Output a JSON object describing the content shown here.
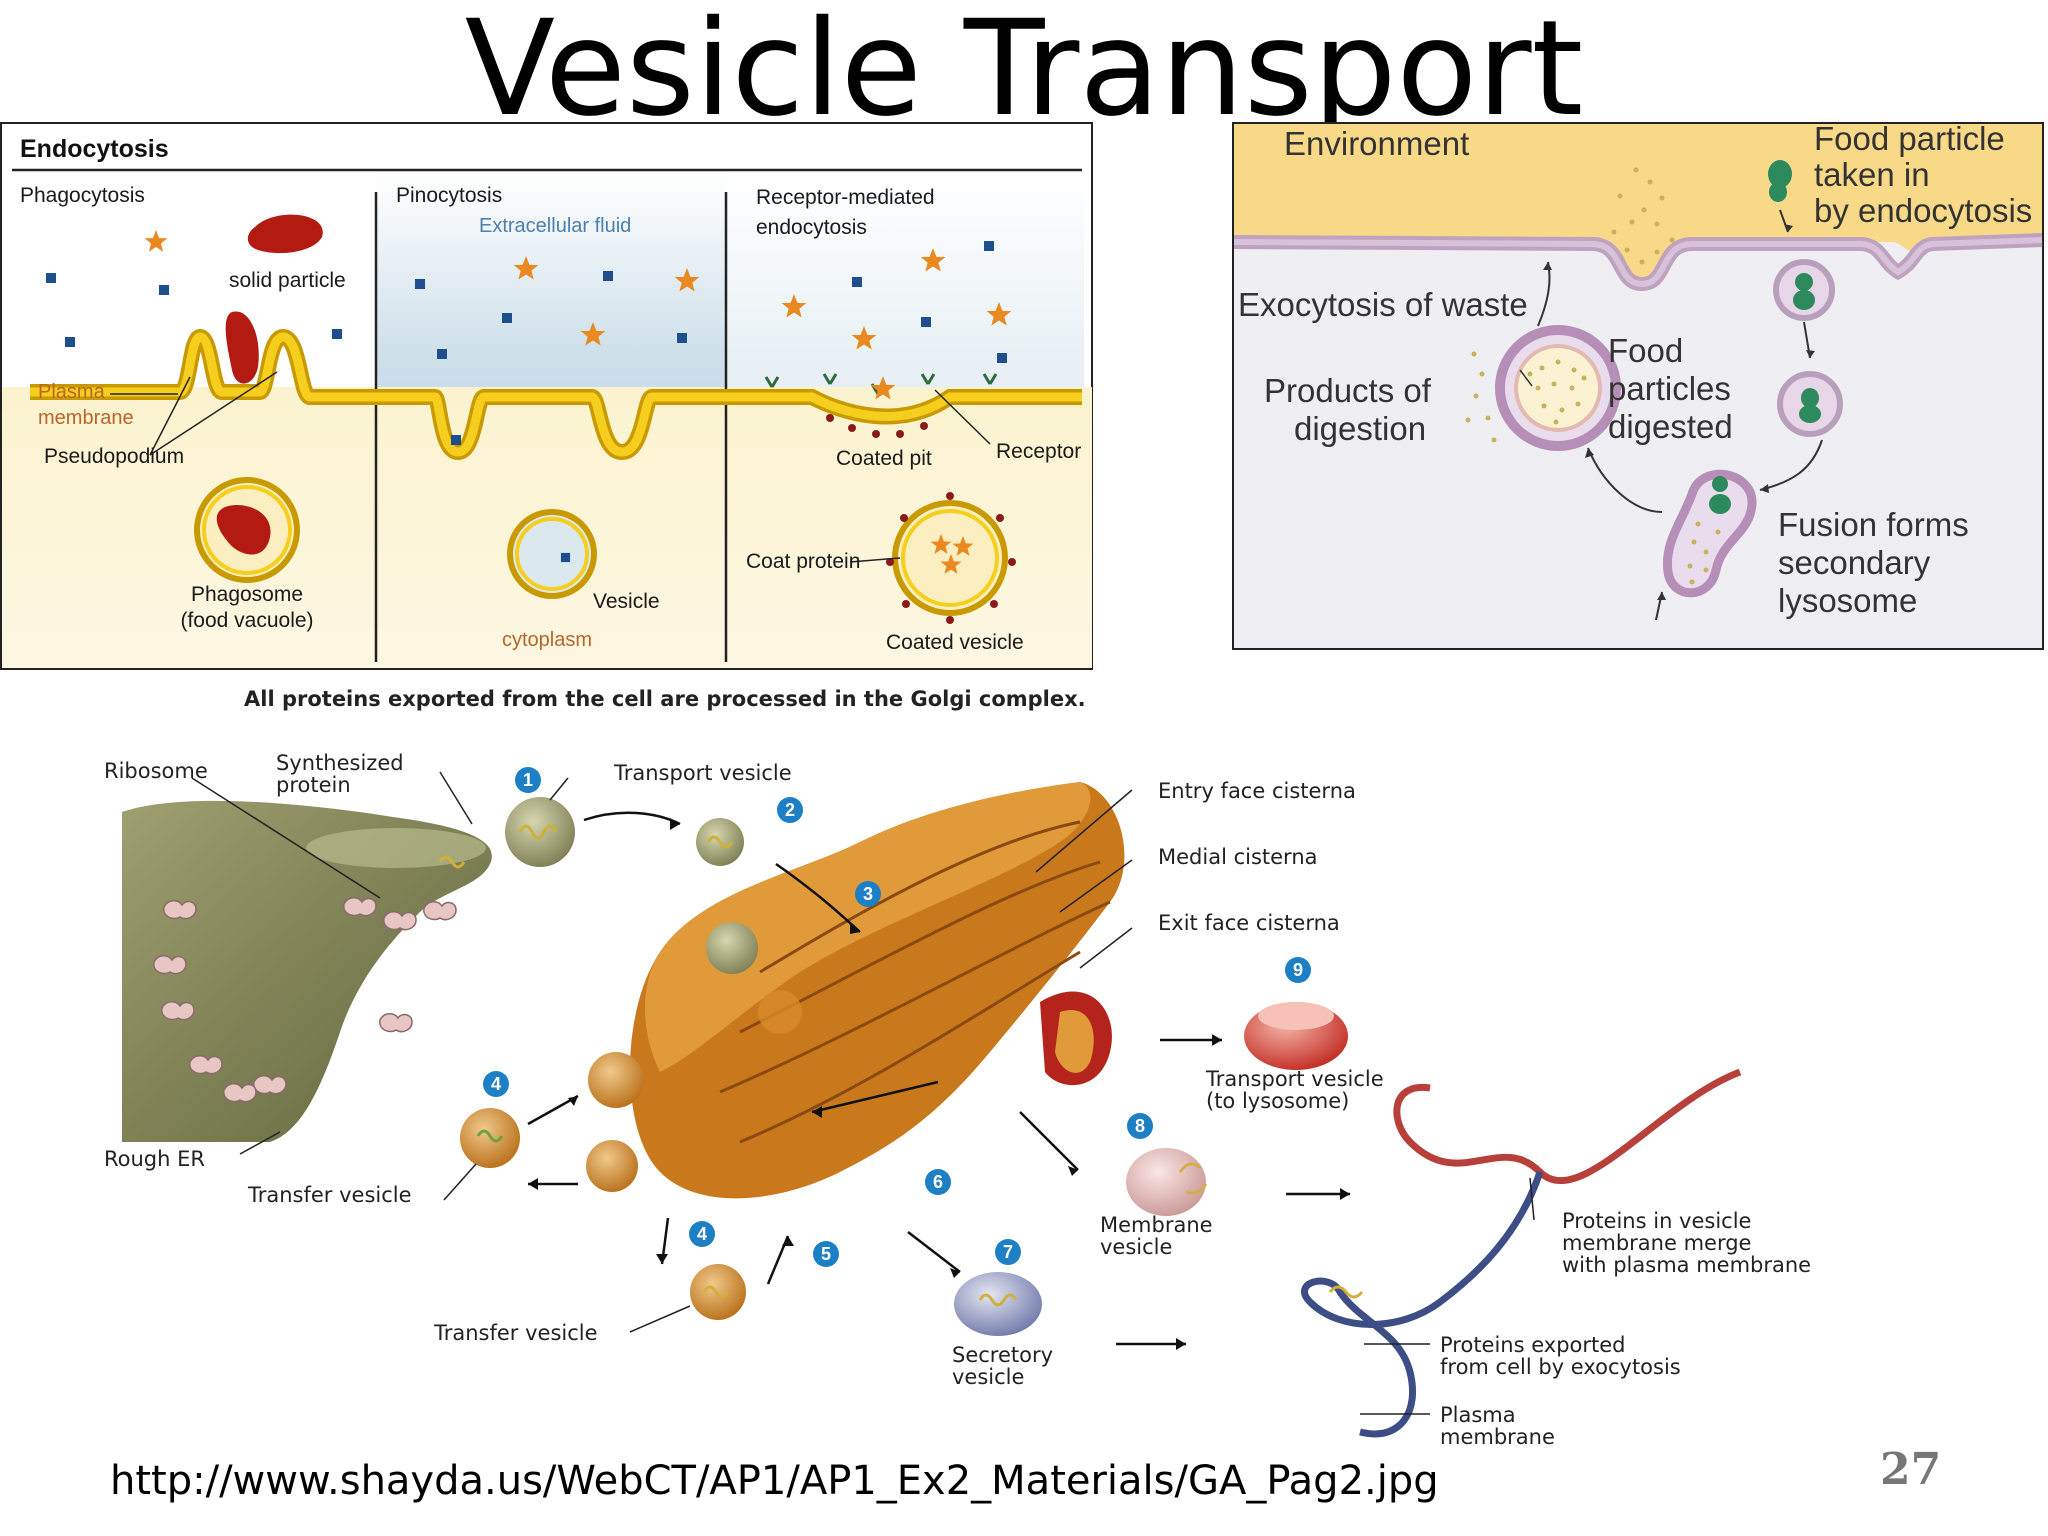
{
  "slide": {
    "title": "Vesicle Transport",
    "source_url": "http://www.shayda.us/WebCT/AP1/AP1_Ex2_Materials/GA_Pag2.jpg",
    "page_number": "27"
  },
  "endocytosis_panel": {
    "header": "Endocytosis",
    "phagocytosis": {
      "title": "Phagocytosis",
      "solid_particle": "solid particle",
      "plasma_membrane_1": "Plasma",
      "plasma_membrane_2": "membrane",
      "pseudopodium": "Pseudopodium",
      "phagosome_1": "Phagosome",
      "phagosome_2": "(food vacuole)"
    },
    "pinocytosis": {
      "title": "Pinocytosis",
      "extracellular_fluid": "Extracellular fluid",
      "vesicle": "Vesicle",
      "cytoplasm": "cytoplasm"
    },
    "receptor_mediated": {
      "title_1": "Receptor-mediated",
      "title_2": "endocytosis",
      "coated_pit": "Coated pit",
      "receptor": "Receptor",
      "coat_protein": "Coat protein",
      "coated_vesicle": "Coated vesicle"
    }
  },
  "lysosome_panel": {
    "environment": "Environment",
    "food_particle_1": "Food particle",
    "food_particle_2": "taken in",
    "food_particle_3": "by endocytosis",
    "exocytosis_waste": "Exocytosis of waste",
    "products_1": "Products of",
    "products_2": "digestion",
    "food_digested_1": "Food",
    "food_digested_2": "particles",
    "food_digested_3": "digested",
    "fusion_1": "Fusion forms",
    "fusion_2": "secondary",
    "fusion_3": "lysosome"
  },
  "golgi_panel": {
    "caption": "All proteins exported from the cell are processed in the Golgi complex.",
    "ribosome": "Ribosome",
    "synthesized_protein_1": "Synthesized",
    "synthesized_protein_2": "protein",
    "transport_vesicle": "Transport vesicle",
    "entry_face": "Entry face cisterna",
    "medial": "Medial cisterna",
    "exit_face": "Exit face cisterna",
    "transport_vesicle_lyso_1": "Transport vesicle",
    "transport_vesicle_lyso_2": "(to lysosome)",
    "rough_er": "Rough ER",
    "transfer_vesicle_top": "Transfer vesicle",
    "transfer_vesicle_bottom": "Transfer vesicle",
    "membrane_vesicle_1": "Membrane",
    "membrane_vesicle_2": "vesicle",
    "secretory_vesicle_1": "Secretory",
    "secretory_vesicle_2": "vesicle",
    "proteins_merge_1": "Proteins in vesicle",
    "proteins_merge_2": "membrane merge",
    "proteins_merge_3": "with plasma membrane",
    "proteins_exported_1": "Proteins exported",
    "proteins_exported_2": "from cell by exocytosis",
    "plasma_membrane_1": "Plasma",
    "plasma_membrane_2": "membrane",
    "steps": [
      "1",
      "2",
      "3",
      "4",
      "4",
      "5",
      "6",
      "7",
      "8",
      "9"
    ]
  },
  "colors": {
    "membrane_yellow": "#f2c200",
    "particle_red": "#b21a12",
    "star_orange": "#e9891f",
    "golgi_orange": "#c9781c",
    "er_green": "#7a7a4a",
    "step_blue": "#1d7fc4"
  }
}
